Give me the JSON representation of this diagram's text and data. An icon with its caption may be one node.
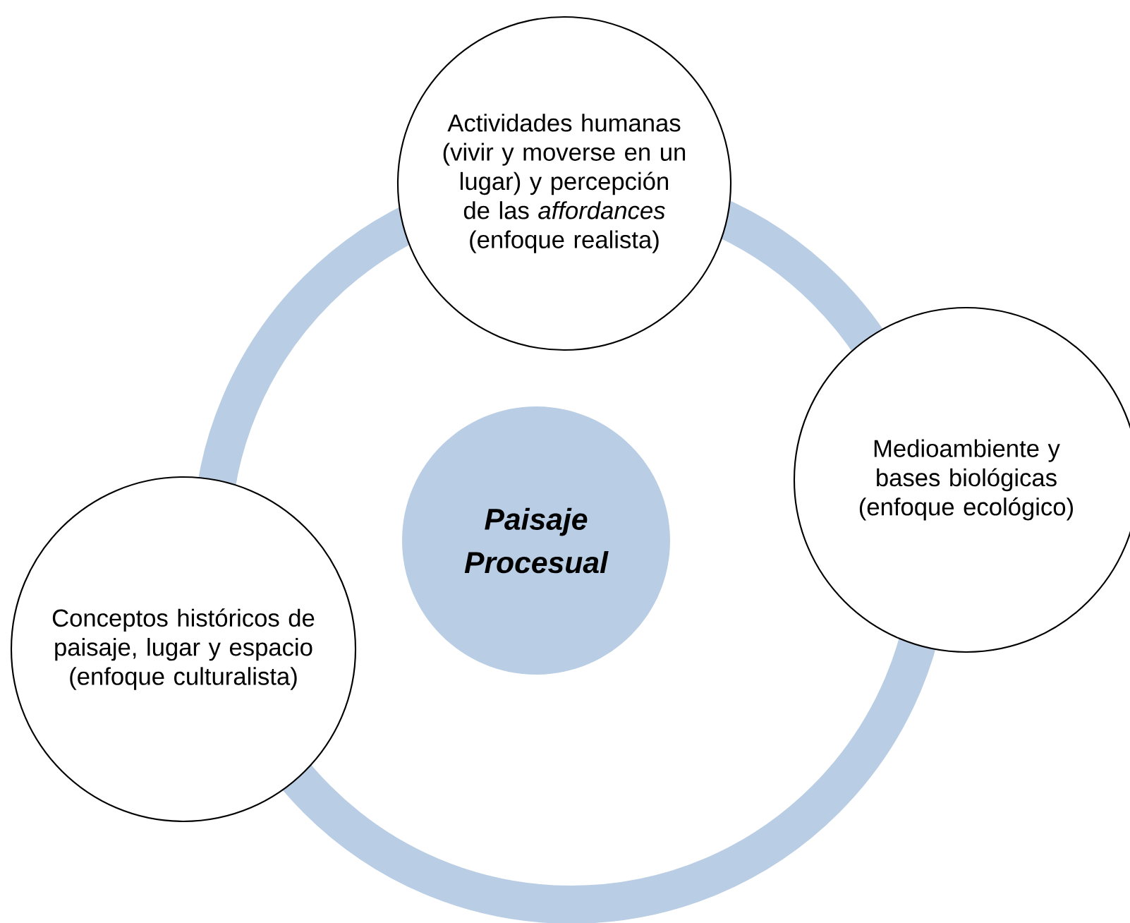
{
  "diagram": {
    "nodes": [
      {
        "text": [
          "Actividades humanas (vivir y moverse en un lugar) y percepción de las *affordances* (enfoque realista)"
        ]
      },
      {
        "text": [
          "Medioambiente y bases biológicas (enfoque ecológico)"
        ]
      },
      {
        "text": [
          "Paisaje Procesual"
        ]
      },
      {
        "text": [
          "Conceptos históricos de paisaje, lugar y espacio (enfoque culturalista)"
        ]
      }
    ]
  }
}
